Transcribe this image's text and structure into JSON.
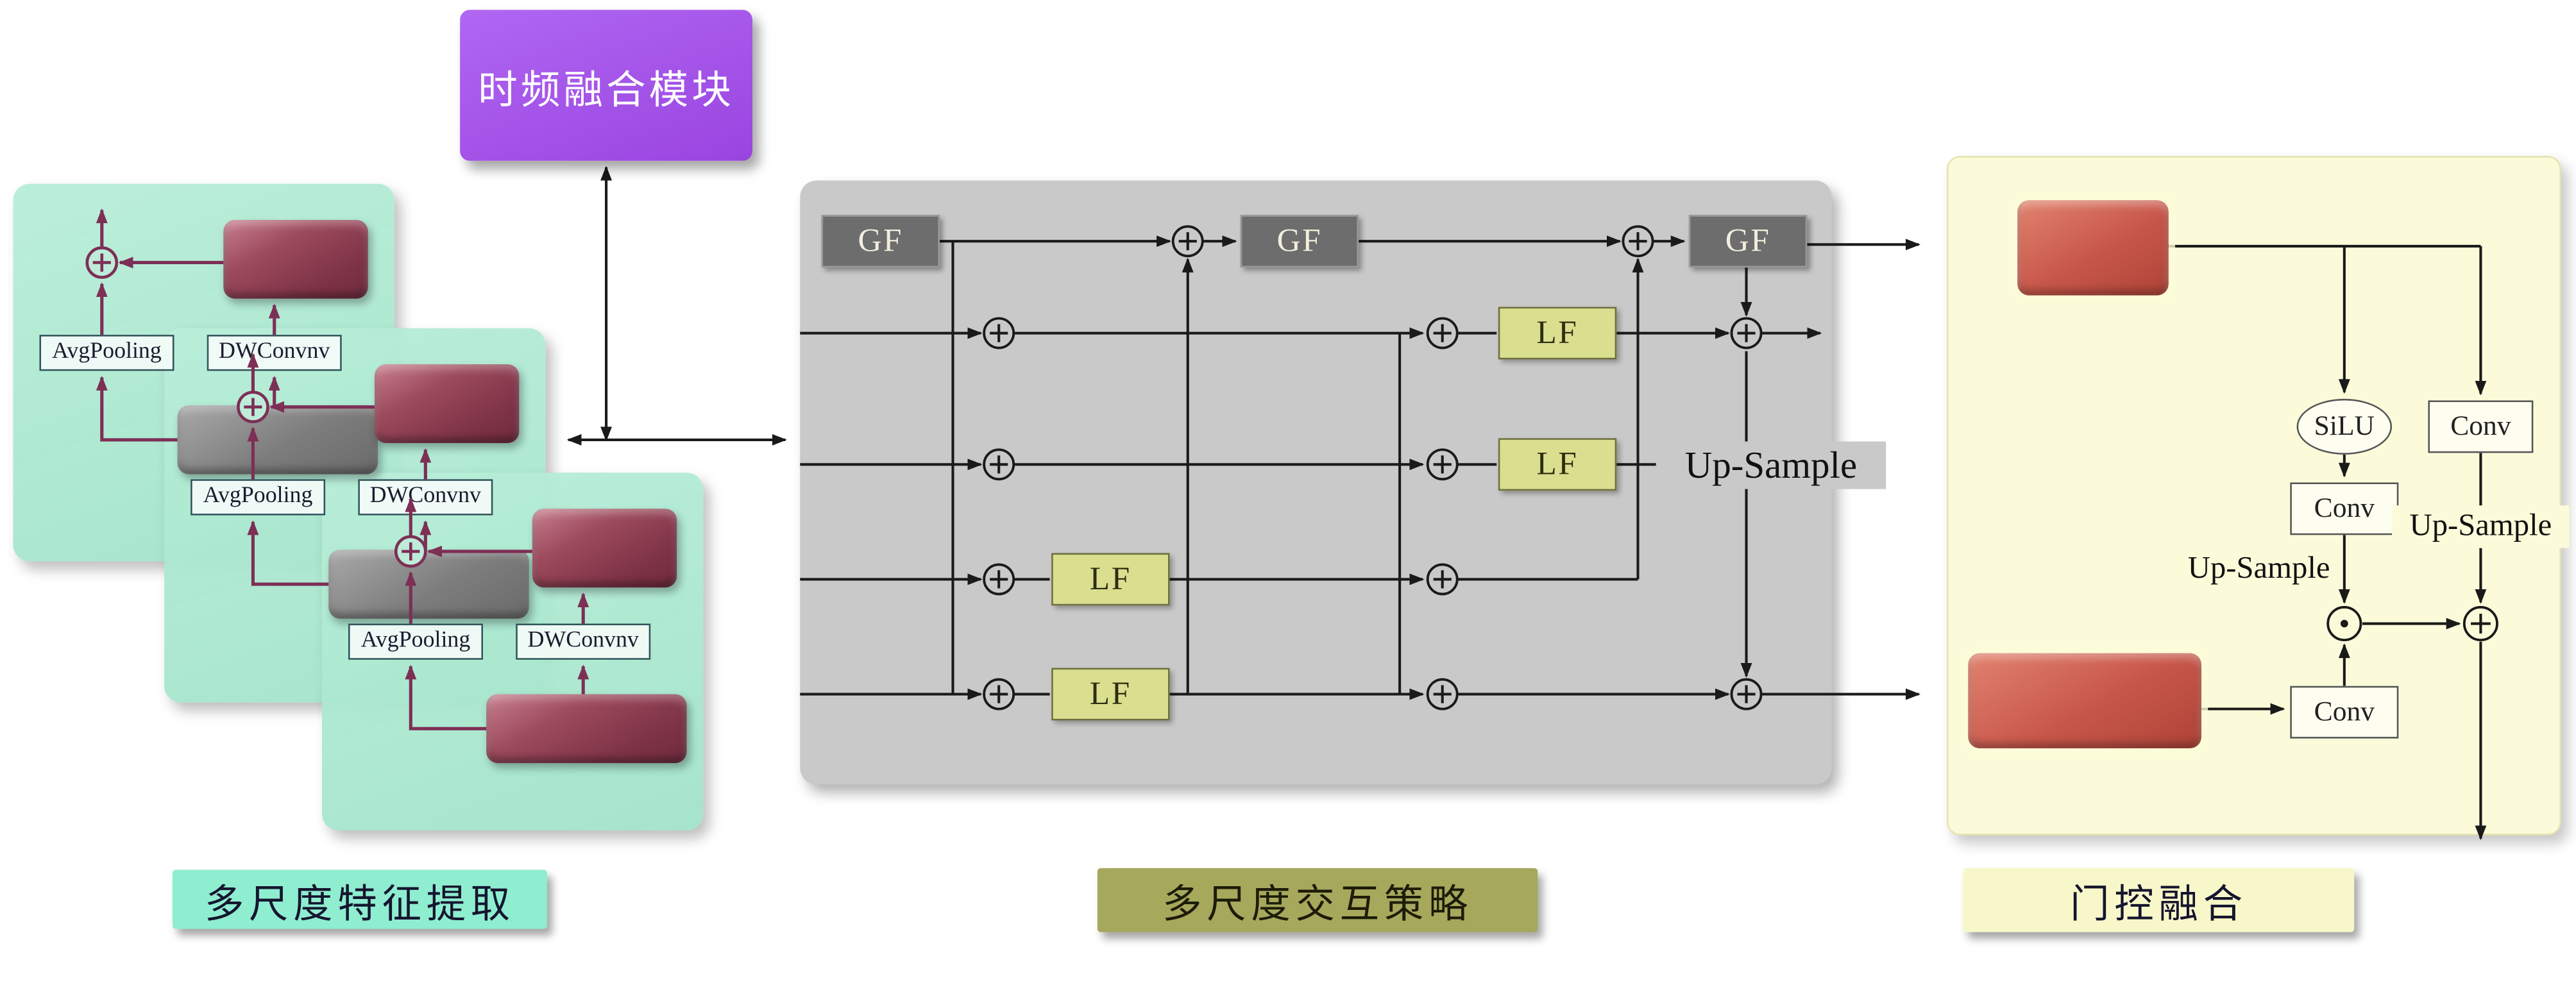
{
  "diagram": {
    "fusion_module": {
      "title": "时频融合模块"
    },
    "extraction": {
      "caption": "多尺度特征提取",
      "avg_pooling": "AvgPooling",
      "dw_conv": "DWConvnv"
    },
    "interaction": {
      "caption": "多尺度交互策略",
      "gf_label": "GF",
      "lf_label": "LF",
      "up_sample_label": "Up-Sample"
    },
    "gated_fusion": {
      "caption": "门控融合",
      "silu_label": "SiLU",
      "conv_label": "Conv",
      "up_sample_label": "Up-Sample"
    },
    "operators": {
      "add_symbol": "⊕",
      "multiply_symbol": "⊙"
    },
    "colors": {
      "extraction_panel": "#aee9d3",
      "extraction_caption_bg": "#8fedd0",
      "fusion_module_bg": "#a356ea",
      "interaction_panel": "#c9c9c9",
      "gf_fill": "#6d6d6d",
      "lf_fill": "#dade8f",
      "interaction_caption_bg": "#a6a85c",
      "gated_panel": "#fbfbda",
      "gated_caption_bg": "#f7f7c9",
      "arrow_accent": "#7d2f55",
      "line": "#1a1a1a"
    }
  }
}
